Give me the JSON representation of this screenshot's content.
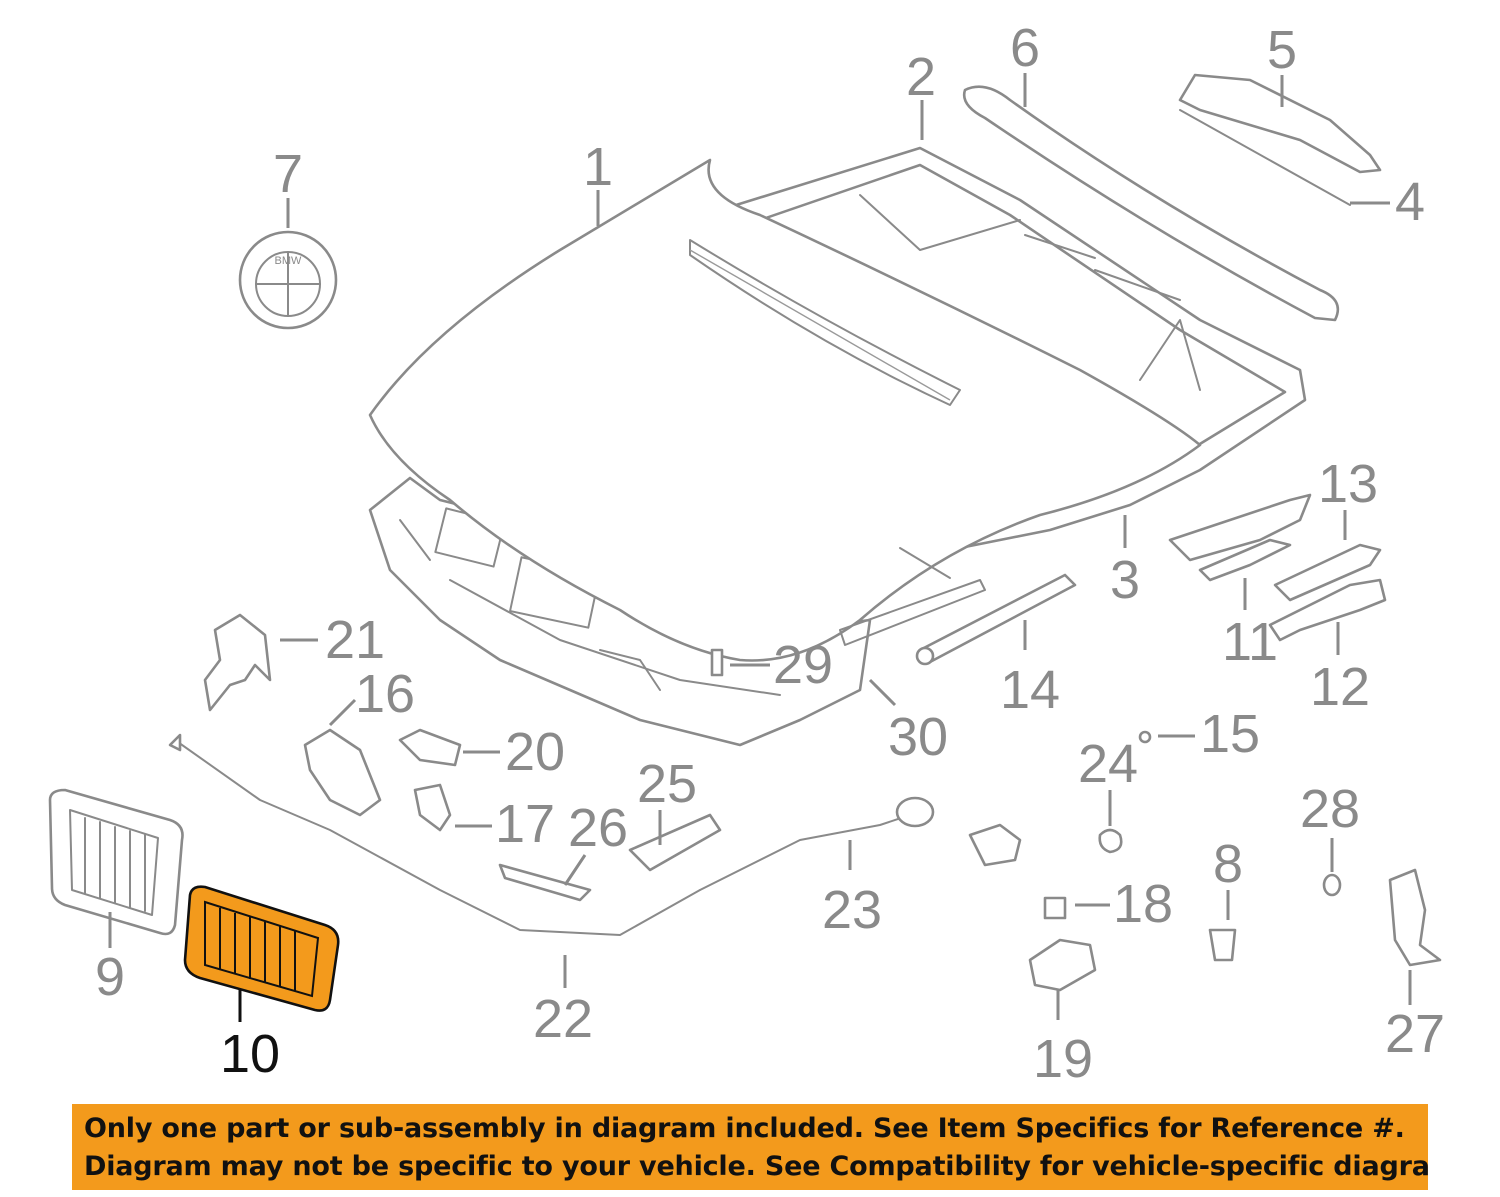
{
  "callouts": {
    "c1": "1",
    "c2": "2",
    "c3": "3",
    "c4": "4",
    "c5": "5",
    "c6": "6",
    "c7": "7",
    "c8": "8",
    "c9": "9",
    "c10": "10",
    "c11": "11",
    "c12": "12",
    "c13": "13",
    "c14": "14",
    "c15": "15",
    "c16": "16",
    "c17": "17",
    "c18": "18",
    "c19": "19",
    "c20": "20",
    "c21": "21",
    "c22": "22",
    "c23": "23",
    "c24": "24",
    "c25": "25",
    "c26": "26",
    "c27": "27",
    "c28": "28",
    "c29": "29",
    "c30": "30"
  },
  "highlighted_part": "10",
  "emblem_text": "BMW",
  "colors": {
    "highlight": "#f39a1c",
    "line_art": "#8a8a8a",
    "notice_background": "#f39a1c",
    "notice_text": "#111111"
  },
  "notice": {
    "line1": "Only one part or sub-assembly in diagram included. See Item Specifics for Reference #.",
    "line2": "Diagram may not be specific to your vehicle. See Compatibility for vehicle-specific diagrams."
  }
}
